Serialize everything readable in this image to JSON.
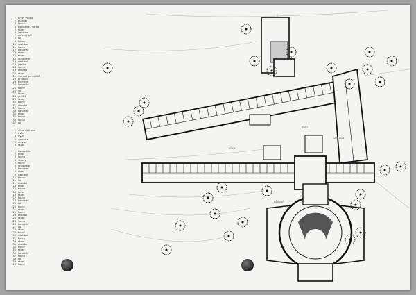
{
  "plan": {
    "legend_top": [
      "krytý vchod",
      "plakáty",
      "šatna",
      "pokladna - šatna",
      "sklad",
      "čekárna",
      "veřejný sál",
      "sál",
      "šatny",
      "vestibul",
      "šatna",
      "kancelář",
      "sklad",
      "foyer",
      "schodiště",
      "vestibul",
      "jídelna",
      "šatna",
      "chodba",
      "sklad",
      "vstupní schodiště",
      "předsálí",
      "kuchyně",
      "kancelář",
      "šatny",
      "sál",
      "sklad",
      "jeviště",
      "sklad",
      "šatny",
      "chodba",
      "šatna",
      "kancelář",
      "sklad",
      "šatny",
      "šatna",
      "sál"
    ],
    "legend_mid": [
      "ulice nádražní",
      "dvůr",
      "dvůr",
      "zahrada",
      "stavba",
      "sklad"
    ],
    "legend_bottom": [
      "kanceláře",
      "sklad",
      "šatna",
      "sklady",
      "šatny",
      "schodiště",
      "kancelář",
      "sklad",
      "vestibul",
      "šatny",
      "sál",
      "chodba",
      "sklad",
      "šatna",
      "foyer",
      "sklad",
      "šatna",
      "kancelář",
      "sál",
      "šatny",
      "sklad",
      "šatny",
      "chodba",
      "sklad",
      "šatna",
      "kancelář",
      "sál",
      "sklad",
      "šatny",
      "vestibul",
      "šatna",
      "sklad",
      "chodba",
      "šatny",
      "sklad",
      "kancelář",
      "šatna",
      "sál",
      "sklad",
      "šatny"
    ],
    "labels": {
      "street_a": "ulice",
      "street_b": "zahrada",
      "forecourt": "nádvoří",
      "court": "dvůr"
    }
  }
}
